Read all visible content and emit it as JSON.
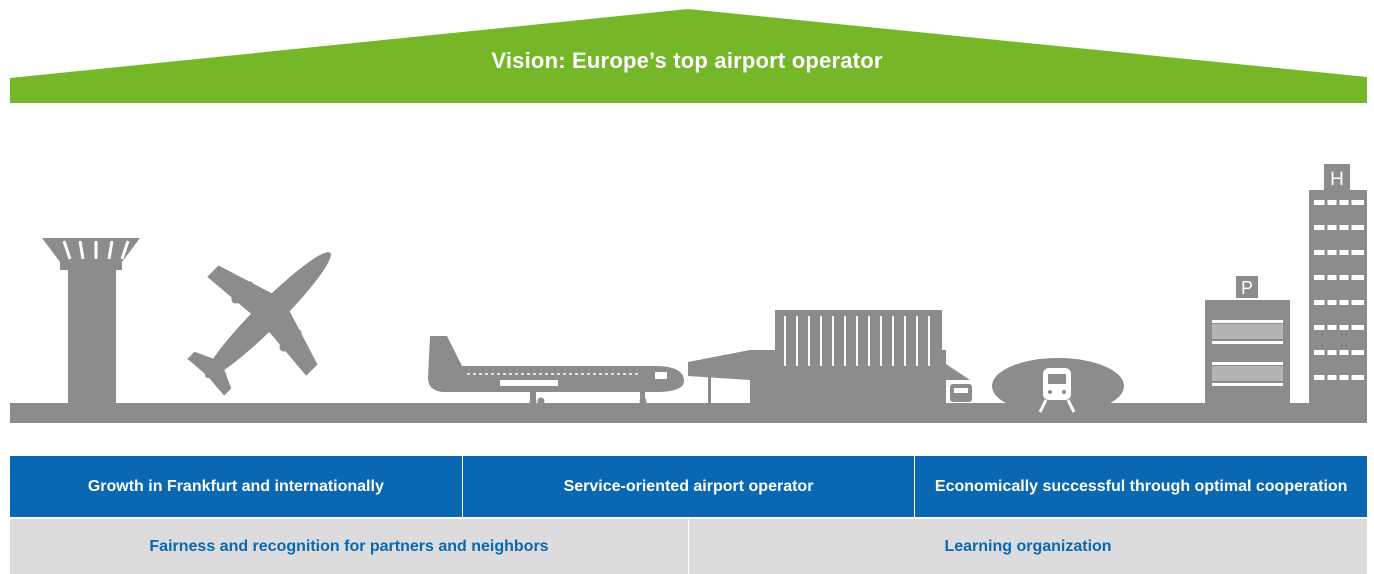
{
  "vision": {
    "title": "Vision: Europe’s top airport operator"
  },
  "icons": {
    "parking_letter": "P",
    "hotel_letter": "H"
  },
  "pillars": [
    {
      "label": "Growth in Frankfurt and internationally"
    },
    {
      "label": "Service-oriented airport operator"
    },
    {
      "label": "Economically successful through optimal cooperation"
    }
  ],
  "foundation": [
    {
      "label": "Fairness and recognition for partners and neighbors"
    },
    {
      "label": "Learning organization"
    }
  ],
  "colors": {
    "roof_green": "#76b72a",
    "pillar_blue": "#0a67b1",
    "foundation_grey": "#dcdcdf",
    "illustration_grey": "#8a8c8e"
  }
}
